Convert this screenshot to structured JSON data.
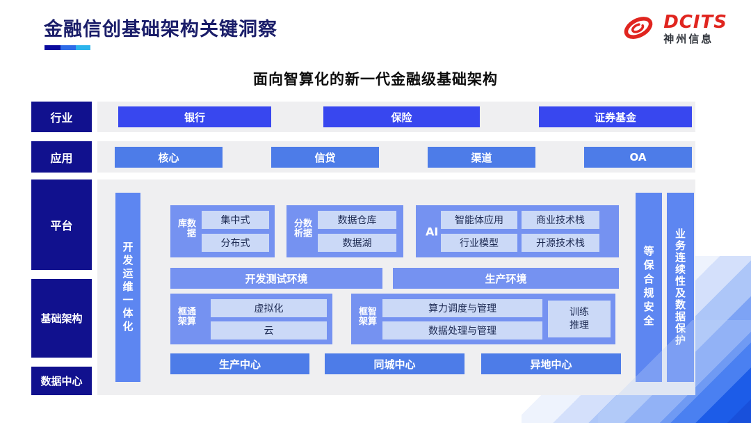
{
  "header": {
    "title": "金融信创基础架构关键洞察",
    "logo": {
      "brand": "DCITS",
      "company": "神州信息"
    }
  },
  "subtitle": "面向智算化的新一代金融级基础架构",
  "layers": {
    "industry": {
      "label": "行业",
      "items": [
        "银行",
        "保险",
        "证券基金"
      ]
    },
    "application": {
      "label": "应用",
      "items": [
        "核心",
        "信贷",
        "渠道",
        "OA"
      ]
    },
    "platform": {
      "label": "平台"
    },
    "infrastructure": {
      "label": "基础架构"
    },
    "datacenter": {
      "label": "数据中心"
    }
  },
  "platform": {
    "devops_bar": "开发运维一体化",
    "groups": [
      {
        "label": "数据库",
        "items": [
          "集中式",
          "分布式"
        ]
      },
      {
        "label": "数据分析",
        "items": [
          "数据仓库",
          "数据湖"
        ]
      },
      {
        "label": "AI",
        "items": [
          "智能体应用",
          "商业技术栈",
          "行业模型",
          "开源技术栈"
        ]
      }
    ],
    "environments": [
      "开发测试环境",
      "生产环境"
    ],
    "frameworks": [
      {
        "label": "通算框架",
        "items": [
          "虚拟化",
          "云"
        ]
      },
      {
        "label": "智算框架",
        "items": [
          "算力调度与管理",
          "数据处理与管理"
        ],
        "side_item": "训练推理"
      }
    ],
    "centers": [
      "生产中心",
      "同城中心",
      "异地中心"
    ],
    "right_bars": [
      "等保合规安全",
      "业务连续性及数据保护"
    ]
  },
  "palette": {
    "brand_red": "#e0251f",
    "title_navy": "#1a1d69",
    "layer_navy": "#11118e",
    "vivid_blue": "#3847ef",
    "medium_blue": "#4d7ce8",
    "container_blue": "#7592f1",
    "sidebar_blue": "#5d86f1",
    "light_item_blue": "#cbd9f7",
    "panel_gray": "#efeff1",
    "corner_blue": "#1850db"
  }
}
